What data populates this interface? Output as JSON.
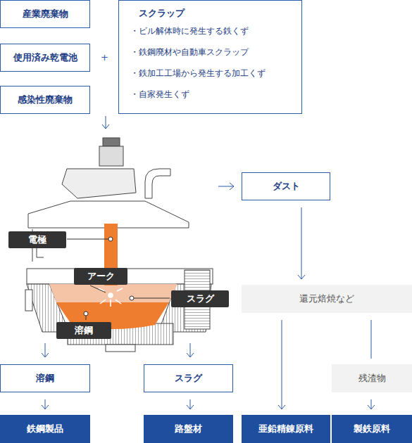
{
  "diagram": {
    "nodes": [
      {
        "text": [
          "産業廃棄物"
        ]
      },
      {
        "text": [
          "使用済み乾電池"
        ]
      },
      {
        "text": [
          "感染性廃棄物"
        ]
      },
      {
        "text": [
          "スクラップ",
          "・ビル解体時に発生する鉄くず",
          "・鉄鋼廃材や自動車スクラップ",
          "・鉄加工工場から発生する加工くず",
          "・自家発生くず"
        ]
      },
      {
        "text": [
          "ダスト"
        ]
      },
      {
        "text": [
          "還元焙焼など"
        ]
      },
      {
        "text": [
          "溶鋼"
        ]
      },
      {
        "text": [
          "スラグ"
        ]
      },
      {
        "text": [
          "残渣物"
        ]
      },
      {
        "text": [
          "鉄鋼製品"
        ]
      },
      {
        "text": [
          "路盤材"
        ]
      },
      {
        "text": [
          "亜鉛精錬原料"
        ]
      },
      {
        "text": [
          "製鉄原料"
        ]
      }
    ],
    "edges": [
      {
        "from": 4,
        "to": 5,
        "arrow": "to"
      },
      {
        "from": 5,
        "to": 11,
        "arrow": "to"
      },
      {
        "from": 5,
        "to": 8,
        "arrow": "none"
      },
      {
        "from": 8,
        "to": 12,
        "arrow": "to"
      },
      {
        "from": 6,
        "to": 9,
        "arrow": "to"
      },
      {
        "from": 7,
        "to": 10,
        "arrow": "to"
      }
    ],
    "labels": [
      "+",
      "電極",
      "アーク",
      "スラグ",
      "溶鋼"
    ]
  }
}
